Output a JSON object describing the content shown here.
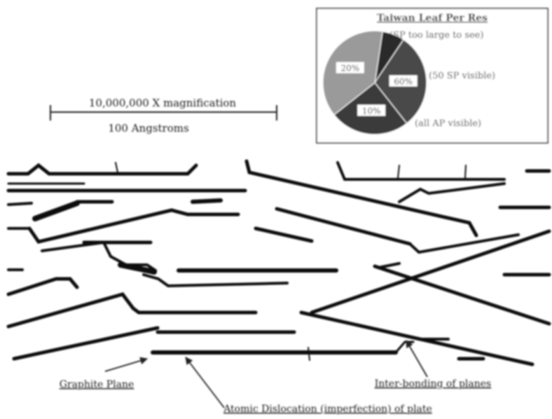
{
  "scale_bar": {
    "magnification_label": "10,000,000 X magnification",
    "length_label": "100 Angstroms"
  },
  "inset": {
    "title": "Taiwan Leaf Per Res",
    "slices": [
      {
        "legend": "(SP too large to see)",
        "tag": "",
        "value": 7,
        "color": "#2c2c2c"
      },
      {
        "legend": "(50 SP visible)",
        "tag": "60%",
        "value": 30,
        "color": "#4a4a4a"
      },
      {
        "legend": "(all AP visible)",
        "tag": "10%",
        "value": 25,
        "color": "#3a3a3a"
      },
      {
        "legend": "",
        "tag": "20%",
        "value": 38,
        "color": "#9a9a9a"
      }
    ]
  },
  "labels": {
    "graphite_plane": "Graphite Plane",
    "interbonding": "Inter-bonding of planes",
    "dislocation": "Atomic Dislocation (imperfection) of plate"
  }
}
